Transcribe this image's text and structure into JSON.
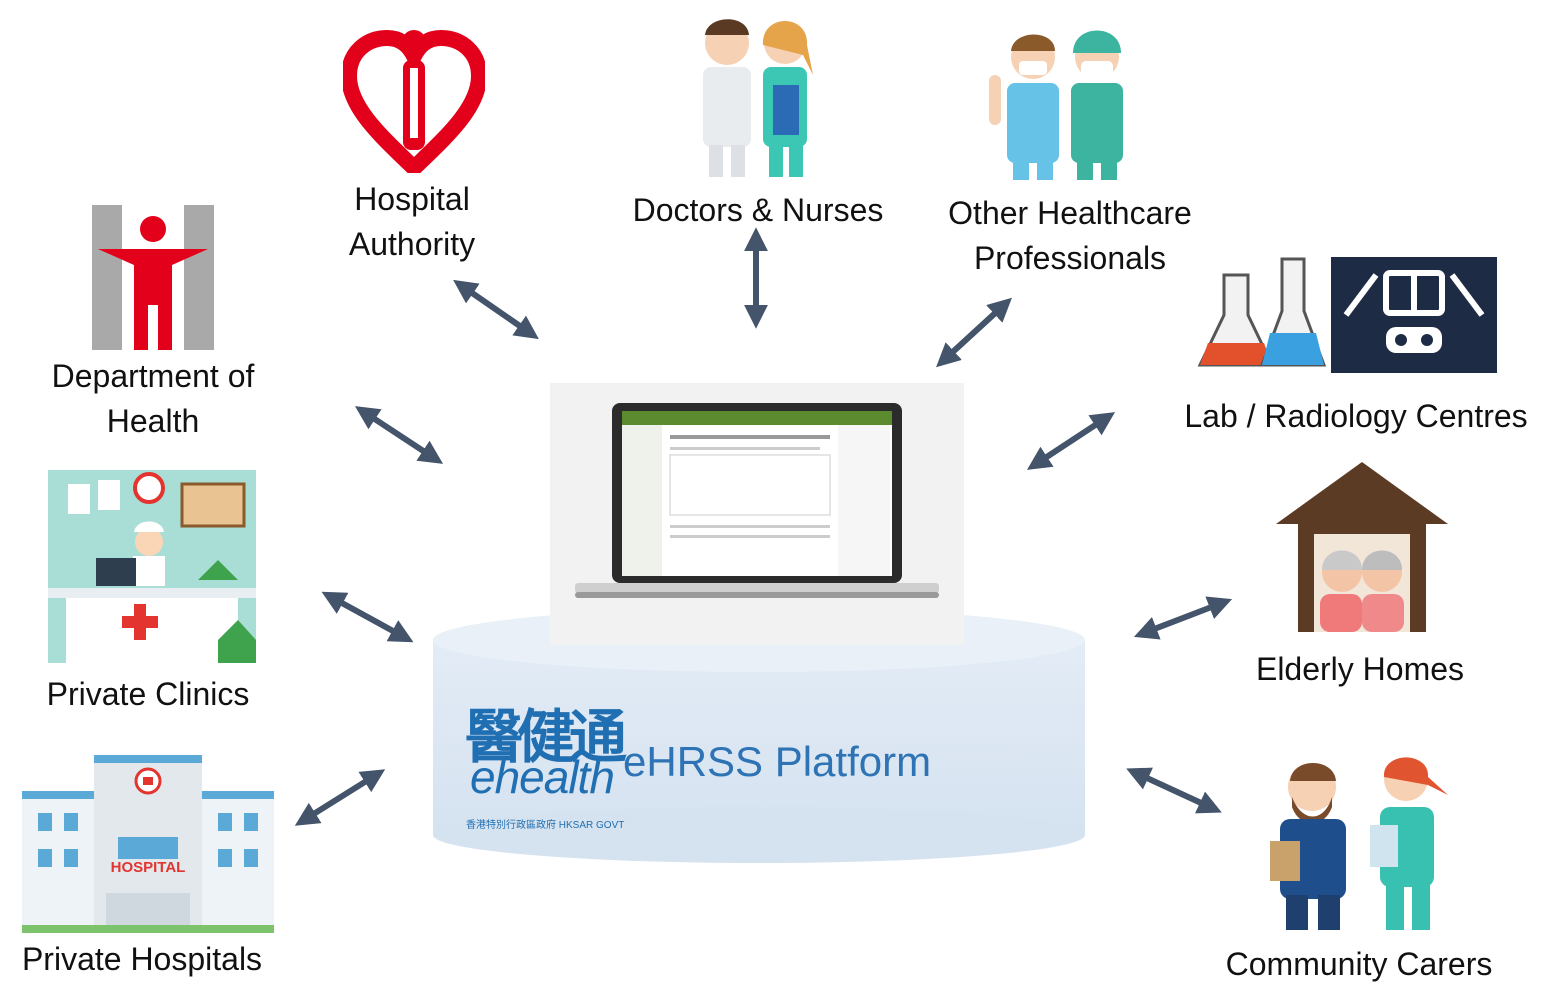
{
  "platform": {
    "title": "eHRSS Platform",
    "logo_cn": "醫健通",
    "logo_en": "ehealth",
    "logo_sub": "香港特別行政區政府 HKSAR GOVT"
  },
  "nodes": {
    "hospital_authority": [
      "Hospital",
      "Authority"
    ],
    "doctors_nurses": [
      "Doctors & Nurses"
    ],
    "other_professionals": [
      "Other Healthcare",
      "Professionals"
    ],
    "department_health": [
      "Department of",
      "Health"
    ],
    "lab_radiology": [
      "Lab / Radiology Centres"
    ],
    "private_clinics": [
      "Private Clinics"
    ],
    "elderly_homes": [
      "Elderly Homes"
    ],
    "private_hospitals": [
      "Private Hospitals"
    ],
    "community_carers": [
      "Community Carers"
    ]
  },
  "hospital_sign": "HOSPITAL",
  "colors": {
    "arrow": "#44546a",
    "platform_text": "#2e74b5",
    "cylinder": "#dce7f3",
    "ha_red": "#e3001b"
  }
}
